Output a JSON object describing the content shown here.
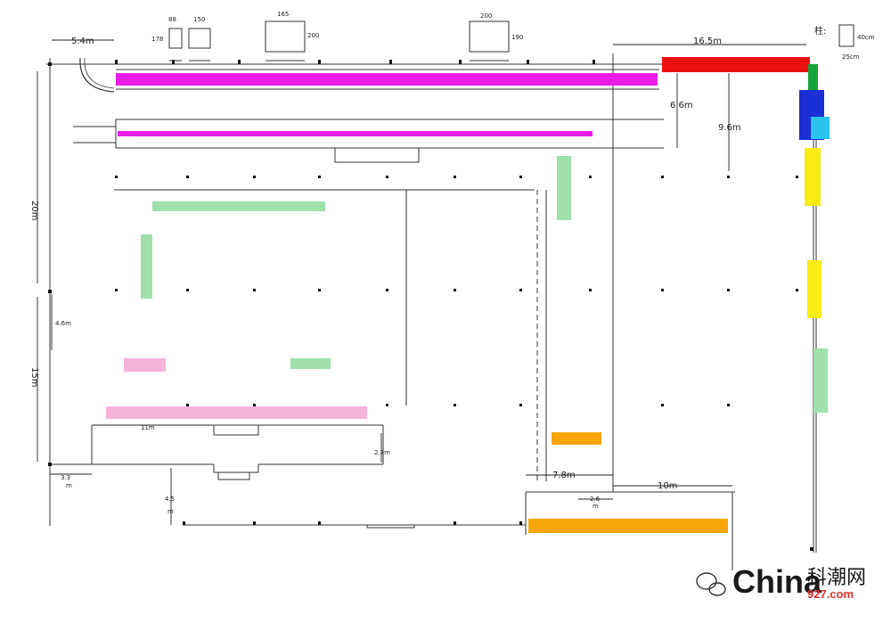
{
  "dimension_labels": {
    "top_left_width": "5.4m",
    "top_right_span": "16.5m",
    "top_right_drop_a": "6.6m",
    "top_right_drop_b": "9.6m",
    "left_upper_height": "20m",
    "left_inner_gap": "4.6m",
    "left_lower_height": "15m",
    "corridor_length": "11m",
    "corridor_depth": "2.7m",
    "left_offset": "3.3",
    "left_offset_unit": "m",
    "bottom_gap": "4.5",
    "bottom_gap_unit": "m",
    "lower_mid_width": "7.8m",
    "lower_mid_small": "2.6",
    "lower_mid_small_unit": "m",
    "lower_right_width": "10m"
  },
  "furniture_labels": {
    "box1_top": "88",
    "box1_side": "178",
    "box2_top": "150",
    "box3_top": "165",
    "box3_side": "200",
    "box4_top": "200",
    "box4_side": "190"
  },
  "column_legend": {
    "label": "柱:",
    "height": "40cm",
    "width": "25cm"
  },
  "watermark": {
    "latin": "China",
    "cjk": "科潮网",
    "number": "927.com"
  },
  "colors": {
    "magenta": "#e81ee8",
    "red": "#ee1111",
    "green": "#17a43a",
    "blue": "#1a2fd6",
    "cyan": "#29c4f0",
    "yellow": "#f7ec16",
    "light_green": "#9fe0ad",
    "pink": "#f5b4d9",
    "orange": "#f7a60a",
    "ink": "#333333"
  }
}
